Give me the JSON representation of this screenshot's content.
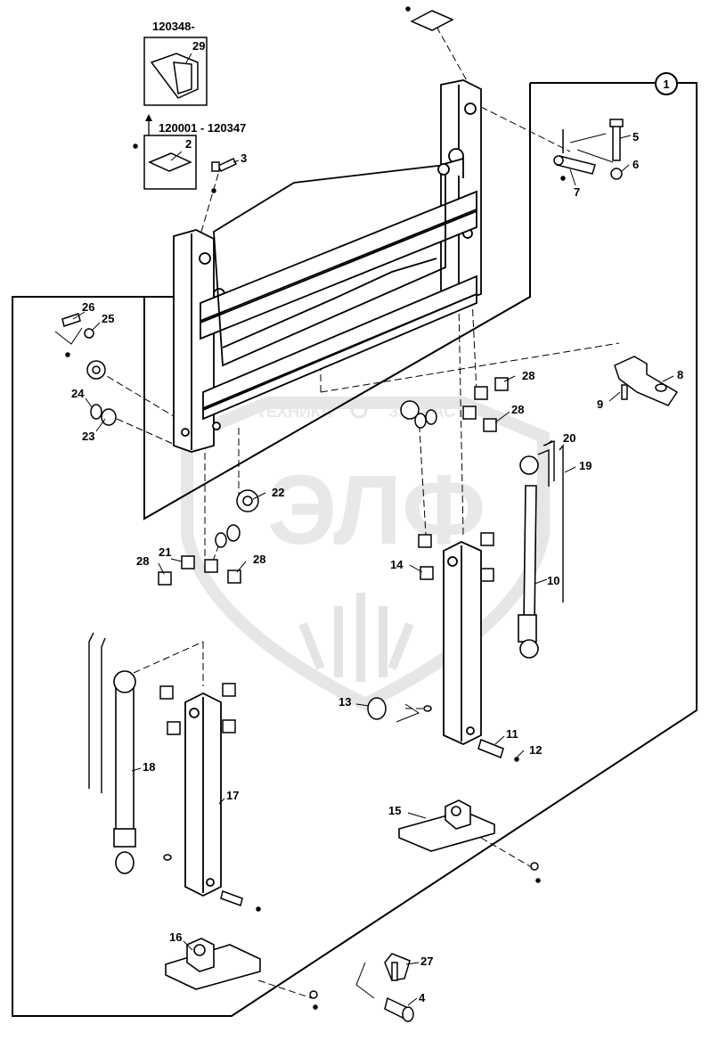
{
  "diagram": {
    "header_top": "120348-",
    "header_bottom": "120001 - 120347",
    "circled_ref": "1",
    "watermark": {
      "line1_left": "ТЕХНИКА",
      "line1_right": "ЗАПЧАСТИ",
      "logo": "ЭЛФ"
    },
    "parts": [
      {
        "id": "p29",
        "label": "29"
      },
      {
        "id": "p2",
        "label": "2"
      },
      {
        "id": "p3",
        "label": "3"
      },
      {
        "id": "p5",
        "label": "5"
      },
      {
        "id": "p6",
        "label": "6"
      },
      {
        "id": "p7",
        "label": "7"
      },
      {
        "id": "p8",
        "label": "8"
      },
      {
        "id": "p9",
        "label": "9"
      },
      {
        "id": "p26",
        "label": "26"
      },
      {
        "id": "p25",
        "label": "25"
      },
      {
        "id": "p24",
        "label": "24"
      },
      {
        "id": "p23",
        "label": "23"
      },
      {
        "id": "p28a",
        "label": "28"
      },
      {
        "id": "p28b",
        "label": "28"
      },
      {
        "id": "p20",
        "label": "20"
      },
      {
        "id": "p19",
        "label": "19"
      },
      {
        "id": "p22",
        "label": "22"
      },
      {
        "id": "p21",
        "label": "21"
      },
      {
        "id": "p28c",
        "label": "28"
      },
      {
        "id": "p28d",
        "label": "28"
      },
      {
        "id": "p14",
        "label": "14"
      },
      {
        "id": "p10",
        "label": "10"
      },
      {
        "id": "p13",
        "label": "13"
      },
      {
        "id": "p11",
        "label": "11"
      },
      {
        "id": "p12",
        "label": "12"
      },
      {
        "id": "p18",
        "label": "18"
      },
      {
        "id": "p17",
        "label": "17"
      },
      {
        "id": "p15",
        "label": "15"
      },
      {
        "id": "p16",
        "label": "16"
      },
      {
        "id": "p27",
        "label": "27"
      },
      {
        "id": "p4",
        "label": "4"
      }
    ]
  }
}
